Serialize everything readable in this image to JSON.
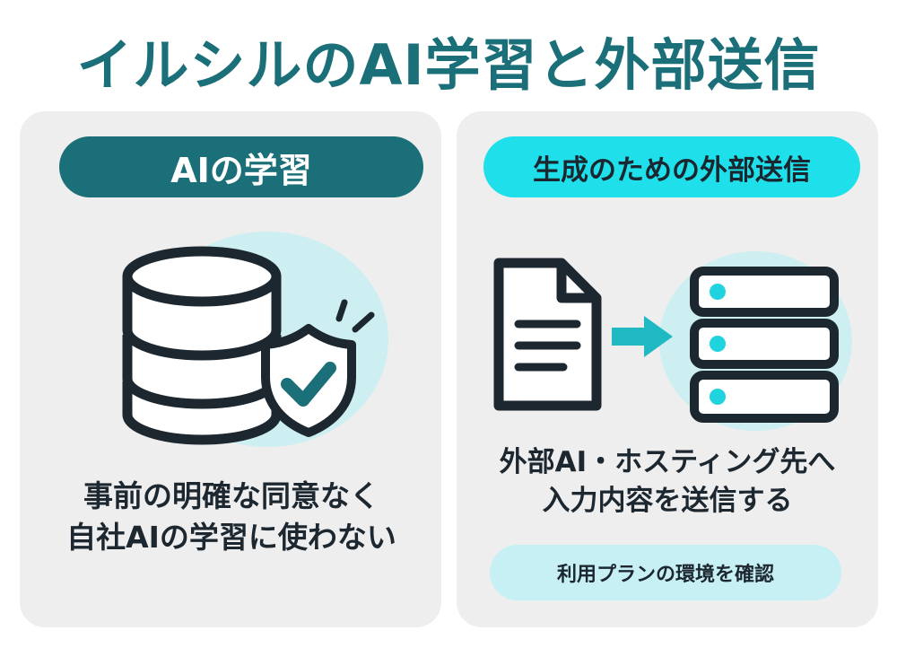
{
  "title": "イルシルのAI学習と外部送信",
  "left_card": {
    "heading": "AIの学習",
    "caption_line1": "事前の明確な同意なく",
    "caption_line2": "自社AIの学習に使わない",
    "icons": [
      "database-icon",
      "shield-check-icon"
    ]
  },
  "right_card": {
    "heading": "生成のための外部送信",
    "caption_line1": "外部AI・ホスティング先へ",
    "caption_line2": "入力内容を送信する",
    "note": "利用プランの環境を確認",
    "icons": [
      "document-icon",
      "arrow-right-icon",
      "server-icon"
    ]
  },
  "colors": {
    "teal": "#1b6f78",
    "cyan": "#1fe0ea",
    "light_cyan": "#c6f0f3",
    "panel": "#eeeeef",
    "text": "#1c2730"
  }
}
